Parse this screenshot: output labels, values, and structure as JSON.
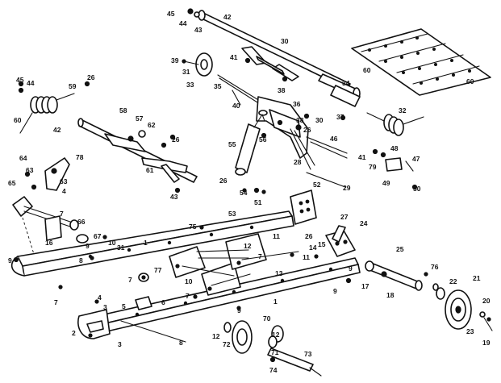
{
  "diagram": {
    "callouts": [
      {
        "id": "c45a",
        "text": "45"
      },
      {
        "id": "c44a",
        "text": "44"
      },
      {
        "id": "c43a",
        "text": "43"
      },
      {
        "id": "c42a",
        "text": "42"
      },
      {
        "id": "c39",
        "text": "39"
      },
      {
        "id": "c41",
        "text": "41"
      },
      {
        "id": "c30a",
        "text": "30"
      },
      {
        "id": "c31",
        "text": "31"
      },
      {
        "id": "c33",
        "text": "33"
      },
      {
        "id": "c35",
        "text": "35"
      },
      {
        "id": "c40",
        "text": "40"
      },
      {
        "id": "c38a",
        "text": "38"
      },
      {
        "id": "c34",
        "text": "34"
      },
      {
        "id": "c36",
        "text": "36"
      },
      {
        "id": "c38b",
        "text": "38"
      },
      {
        "id": "c30b",
        "text": "30"
      },
      {
        "id": "c37",
        "text": "37"
      },
      {
        "id": "c32",
        "text": "32"
      },
      {
        "id": "c60a",
        "text": "60"
      },
      {
        "id": "c60b",
        "text": "60"
      },
      {
        "id": "c45b",
        "text": "45"
      },
      {
        "id": "c44b",
        "text": "44"
      },
      {
        "id": "c59",
        "text": "59"
      },
      {
        "id": "c26a",
        "text": "26"
      },
      {
        "id": "c60c",
        "text": "60"
      },
      {
        "id": "c58",
        "text": "58"
      },
      {
        "id": "c57",
        "text": "57"
      },
      {
        "id": "c62",
        "text": "62"
      },
      {
        "id": "c42b",
        "text": "42"
      },
      {
        "id": "c26b",
        "text": "26"
      },
      {
        "id": "c61",
        "text": "61"
      },
      {
        "id": "c43b",
        "text": "43"
      },
      {
        "id": "c56",
        "text": "56"
      },
      {
        "id": "c26c",
        "text": "26"
      },
      {
        "id": "c55",
        "text": "55"
      },
      {
        "id": "c28",
        "text": "28"
      },
      {
        "id": "c46",
        "text": "46"
      },
      {
        "id": "c26d",
        "text": "26"
      },
      {
        "id": "c54",
        "text": "54"
      },
      {
        "id": "c51",
        "text": "51"
      },
      {
        "id": "c29",
        "text": "29"
      },
      {
        "id": "c41b",
        "text": "41"
      },
      {
        "id": "c48",
        "text": "48"
      },
      {
        "id": "c79",
        "text": "79"
      },
      {
        "id": "c47",
        "text": "47"
      },
      {
        "id": "c49",
        "text": "49"
      },
      {
        "id": "c50",
        "text": "50"
      },
      {
        "id": "c64",
        "text": "64"
      },
      {
        "id": "c78",
        "text": "78"
      },
      {
        "id": "c63a",
        "text": "63"
      },
      {
        "id": "c63b",
        "text": "63"
      },
      {
        "id": "c4a",
        "text": "4"
      },
      {
        "id": "c65",
        "text": "65"
      },
      {
        "id": "c7a",
        "text": "7"
      },
      {
        "id": "c66",
        "text": "66"
      },
      {
        "id": "c16",
        "text": "16"
      },
      {
        "id": "c67",
        "text": "67"
      },
      {
        "id": "c52",
        "text": "52"
      },
      {
        "id": "c53",
        "text": "53"
      },
      {
        "id": "c75",
        "text": "75"
      },
      {
        "id": "c27",
        "text": "27"
      },
      {
        "id": "c24",
        "text": "24"
      },
      {
        "id": "c11a",
        "text": "11"
      },
      {
        "id": "c26e",
        "text": "26"
      },
      {
        "id": "c8",
        "text": "8"
      },
      {
        "id": "c1a",
        "text": "1"
      },
      {
        "id": "c9a",
        "text": "9"
      },
      {
        "id": "c10a",
        "text": "10"
      },
      {
        "id": "c31b",
        "text": "31"
      },
      {
        "id": "c12a",
        "text": "12"
      },
      {
        "id": "c7b",
        "text": "7"
      },
      {
        "id": "c13",
        "text": "13"
      },
      {
        "id": "c14",
        "text": "14"
      },
      {
        "id": "c15",
        "text": "15"
      },
      {
        "id": "c11b",
        "text": "11"
      },
      {
        "id": "c25",
        "text": "25"
      },
      {
        "id": "c76",
        "text": "76"
      },
      {
        "id": "c22",
        "text": "22"
      },
      {
        "id": "c21",
        "text": "21"
      },
      {
        "id": "c9b",
        "text": "9"
      },
      {
        "id": "c77",
        "text": "77"
      },
      {
        "id": "c10b",
        "text": "10"
      },
      {
        "id": "c7c",
        "text": "7"
      },
      {
        "id": "c7d",
        "text": "7"
      },
      {
        "id": "c9c",
        "text": "9"
      },
      {
        "id": "c17",
        "text": "17"
      },
      {
        "id": "c18",
        "text": "18"
      },
      {
        "id": "c9d",
        "text": "9"
      },
      {
        "id": "c7e",
        "text": "7"
      },
      {
        "id": "c4b",
        "text": "4"
      },
      {
        "id": "c3a",
        "text": "3"
      },
      {
        "id": "c5",
        "text": "5"
      },
      {
        "id": "c6",
        "text": "6"
      },
      {
        "id": "c1b",
        "text": "1"
      },
      {
        "id": "c9e",
        "text": "9"
      },
      {
        "id": "c70",
        "text": "70"
      },
      {
        "id": "c12b",
        "text": "12"
      },
      {
        "id": "c72",
        "text": "72"
      },
      {
        "id": "c71",
        "text": "71"
      },
      {
        "id": "c12c",
        "text": "12"
      },
      {
        "id": "c73",
        "text": "73"
      },
      {
        "id": "c74",
        "text": "74"
      },
      {
        "id": "c2",
        "text": "2"
      },
      {
        "id": "c3b",
        "text": "3"
      },
      {
        "id": "c8b",
        "text": "8"
      },
      {
        "id": "c20",
        "text": "20"
      },
      {
        "id": "c23",
        "text": "23"
      },
      {
        "id": "c19",
        "text": "19"
      }
    ]
  }
}
